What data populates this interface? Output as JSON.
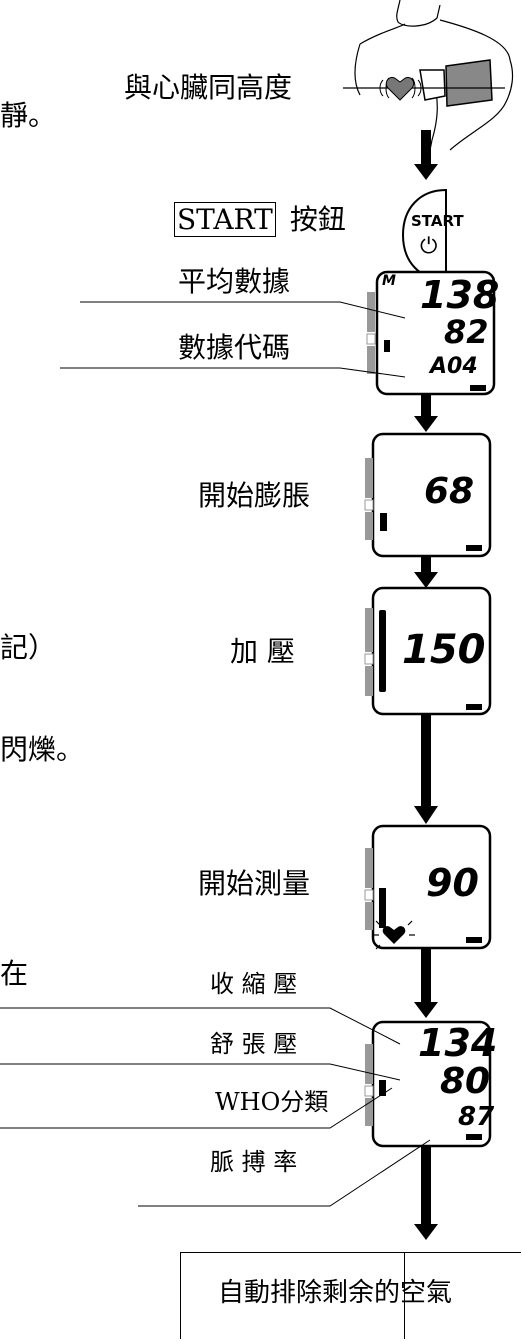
{
  "fragments": {
    "f1": "靜。",
    "f2": "記）",
    "f3": "閃爍。",
    "f4": "在"
  },
  "labels": {
    "heart_height": "與心臟同高度",
    "start_button": "START",
    "start_button_suffix": "按鈕",
    "average_data": "平均數據",
    "data_code": "數據代碼",
    "start_inflation": "開始膨脹",
    "pressurizing": "加 壓",
    "start_measurement": "開始測量",
    "systolic": "收 縮 壓",
    "diastolic": "舒 張 壓",
    "who_class": "WHO分類",
    "pulse_rate": "脈 搏 率",
    "auto_exhaust": "自動排除剩余的空氣"
  },
  "device": {
    "button_text": "START",
    "power_symbol": "⏻"
  },
  "displays": {
    "memory": {
      "mark": "M",
      "systolic": "138",
      "diastolic": "82",
      "code": "A04"
    },
    "inflation": {
      "value": "68"
    },
    "pressurizing": {
      "value": "150"
    },
    "measuring": {
      "value": "90"
    },
    "result": {
      "systolic": "134",
      "diastolic": "80",
      "pulse": "87"
    }
  }
}
